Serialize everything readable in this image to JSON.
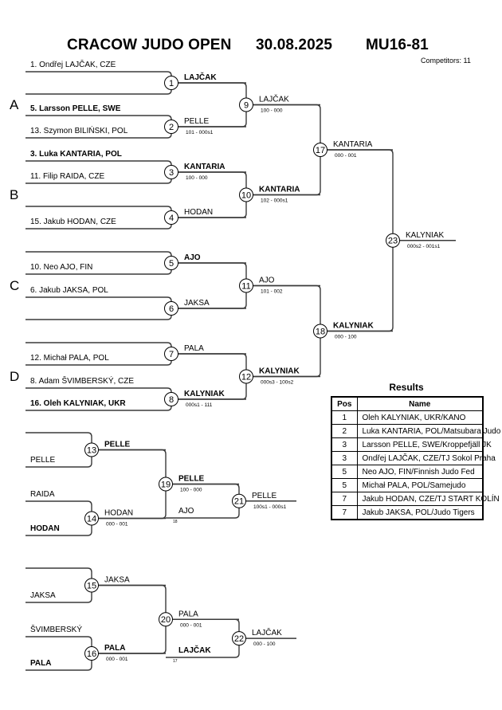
{
  "header": {
    "event": "CRACOW JUDO OPEN",
    "date": "30.08.2025",
    "category": "MU16-81",
    "competitors": "Competitors: 11"
  },
  "pools": [
    "A",
    "B",
    "C",
    "D"
  ],
  "main_bracket": {
    "entries": [
      {
        "slot": 1,
        "label": "1. Ondřej LAJČAK, CZE",
        "bold": false
      },
      {
        "slot": 2,
        "label": "",
        "bold": false
      },
      {
        "slot": 3,
        "label": "5. Larsson PELLE, SWE",
        "bold": true
      },
      {
        "slot": 4,
        "label": "13. Szymon BILIŃSKI, POL",
        "bold": false
      },
      {
        "slot": 5,
        "label": "3. Luka KANTARIA, POL",
        "bold": true
      },
      {
        "slot": 6,
        "label": "11. Filip RAIDA, CZE",
        "bold": false
      },
      {
        "slot": 7,
        "label": "",
        "bold": false
      },
      {
        "slot": 8,
        "label": "15. Jakub HODAN, CZE",
        "bold": false
      },
      {
        "slot": 9,
        "label": "",
        "bold": false
      },
      {
        "slot": 10,
        "label": "10. Neo AJO, FIN",
        "bold": false
      },
      {
        "slot": 11,
        "label": "6. Jakub JAKSA, POL",
        "bold": false
      },
      {
        "slot": 12,
        "label": "",
        "bold": false
      },
      {
        "slot": 13,
        "label": "",
        "bold": false
      },
      {
        "slot": 14,
        "label": "12. Michał PALA, POL",
        "bold": false
      },
      {
        "slot": 15,
        "label": "8. Adam ŠVIMBERSKÝ, CZE",
        "bold": false
      },
      {
        "slot": 16,
        "label": "16. Oleh KALYNIAK, UKR",
        "bold": true
      }
    ],
    "matches": [
      {
        "no": "1",
        "winner": "LAJČAK",
        "bold": true,
        "score": ""
      },
      {
        "no": "2",
        "winner": "PELLE",
        "bold": false,
        "score": "101 - 000s1"
      },
      {
        "no": "3",
        "winner": "KANTARIA",
        "bold": true,
        "score": "100 - 000"
      },
      {
        "no": "4",
        "winner": "HODAN",
        "bold": false,
        "score": ""
      },
      {
        "no": "5",
        "winner": "AJO",
        "bold": true,
        "score": ""
      },
      {
        "no": "6",
        "winner": "JAKSA",
        "bold": false,
        "score": ""
      },
      {
        "no": "7",
        "winner": "PALA",
        "bold": false,
        "score": ""
      },
      {
        "no": "8",
        "winner": "KALYNIAK",
        "bold": true,
        "score": "000s1 - 111"
      },
      {
        "no": "9",
        "winner": "LAJČAK",
        "bold": false,
        "score": "100 - 000"
      },
      {
        "no": "10",
        "winner": "KANTARIA",
        "bold": true,
        "score": "102 - 000s1"
      },
      {
        "no": "11",
        "winner": "AJO",
        "bold": false,
        "score": "101 - 002"
      },
      {
        "no": "12",
        "winner": "KALYNIAK",
        "bold": true,
        "score": "000s3 - 100s2"
      },
      {
        "no": "17",
        "winner": "KANTARIA",
        "bold": false,
        "score": "000 - 001"
      },
      {
        "no": "18",
        "winner": "KALYNIAK",
        "bold": true,
        "score": "000 - 100"
      },
      {
        "no": "23",
        "winner": "KALYNIAK",
        "bold": false,
        "score": "000s2 - 001s1"
      }
    ]
  },
  "repechage": [
    {
      "entries": [
        {
          "label": "",
          "bold": false
        },
        {
          "label": "PELLE",
          "bold": false
        },
        {
          "label": "RAIDA",
          "bold": false
        },
        {
          "label": "HODAN",
          "bold": true
        }
      ],
      "matches": [
        {
          "no": "13",
          "winner": "PELLE",
          "bold": true,
          "score": ""
        },
        {
          "no": "14",
          "winner": "HODAN",
          "bold": false,
          "score": "000 - 001"
        },
        {
          "no": "19",
          "winner": "PELLE",
          "bold": true,
          "score": "100 - 000"
        }
      ],
      "semi_loser": {
        "label": "AJO",
        "bold": false,
        "from": "18"
      },
      "bronze": {
        "no": "21",
        "winner": "PELLE",
        "bold": false,
        "score": "100s1 - 000s1"
      }
    },
    {
      "entries": [
        {
          "label": "",
          "bold": false
        },
        {
          "label": "JAKSA",
          "bold": false
        },
        {
          "label": "ŠVIMBERSKÝ",
          "bold": false
        },
        {
          "label": "PALA",
          "bold": true
        }
      ],
      "matches": [
        {
          "no": "15",
          "winner": "JAKSA",
          "bold": false,
          "score": ""
        },
        {
          "no": "16",
          "winner": "PALA",
          "bold": true,
          "score": "000 - 001"
        },
        {
          "no": "20",
          "winner": "PALA",
          "bold": false,
          "score": "000 - 001"
        }
      ],
      "semi_loser": {
        "label": "LAJČAK",
        "bold": true,
        "from": "17"
      },
      "bronze": {
        "no": "22",
        "winner": "LAJČAK",
        "bold": false,
        "score": "000 - 100"
      }
    }
  ],
  "results": {
    "title": "Results",
    "headers": [
      "Pos",
      "Name"
    ],
    "rows": [
      {
        "pos": "1",
        "name": "Oleh KALYNIAK, UKR/KANO"
      },
      {
        "pos": "2",
        "name": "Luka KANTARIA, POL/Matsubara Judo"
      },
      {
        "pos": "3",
        "name": "Larsson PELLE, SWE/Kroppefjäll JK"
      },
      {
        "pos": "3",
        "name": "Ondřej LAJČAK, CZE/TJ Sokol Praha"
      },
      {
        "pos": "5",
        "name": "Neo AJO, FIN/Finnish Judo Fed"
      },
      {
        "pos": "5",
        "name": "Michał PALA, POL/Samejudo"
      },
      {
        "pos": "7",
        "name": "Jakub HODAN, CZE/TJ START KOLÍN"
      },
      {
        "pos": "7",
        "name": "Jakub JAKSA, POL/Judo Tigers"
      }
    ]
  },
  "colors": {
    "line": "#3a3a3a",
    "text": "#000000",
    "circle_fill": "#ffffff"
  }
}
